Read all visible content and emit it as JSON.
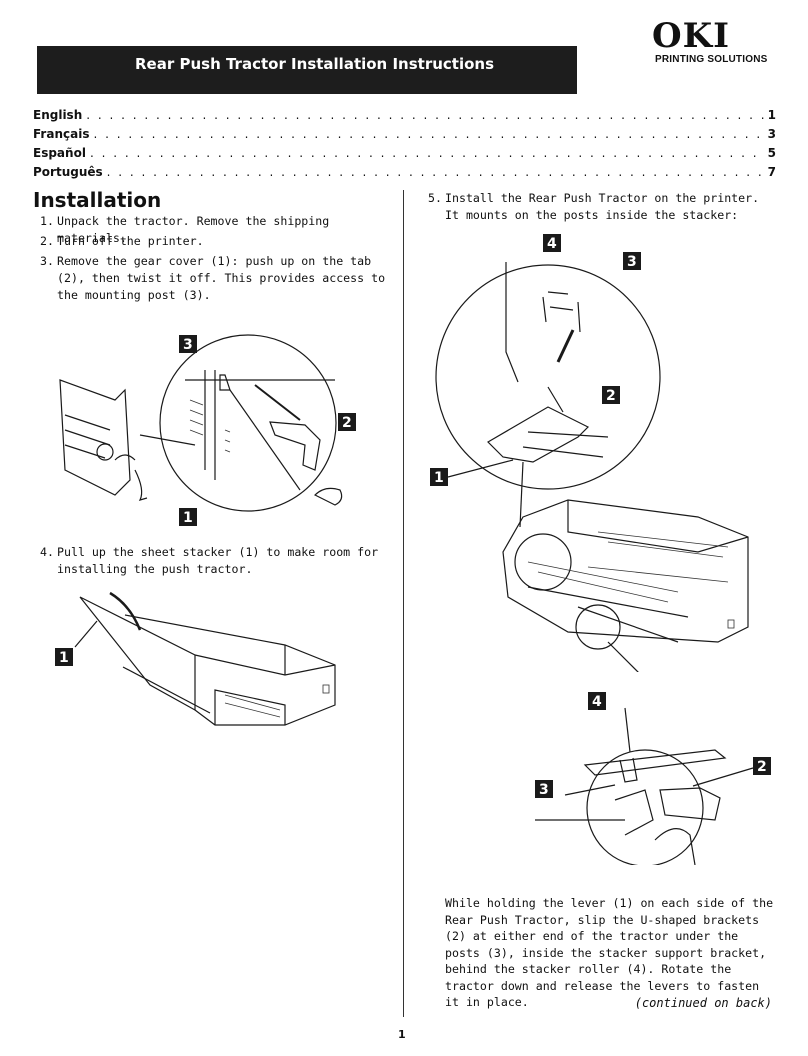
{
  "header": {
    "title": "Rear Push Tractor Installation Instructions",
    "logo": "OKI",
    "logo_tagline": "PRINTING SOLUTIONS"
  },
  "toc": [
    {
      "language": "English",
      "page": "1"
    },
    {
      "language": "Français",
      "page": "3"
    },
    {
      "language": "Español",
      "page": "5"
    },
    {
      "language": "Português",
      "page": "7"
    }
  ],
  "section_title": "Installation",
  "steps": [
    {
      "num": "1.",
      "text": "Unpack the tractor. Remove the shipping materials."
    },
    {
      "num": "2.",
      "text": "Turn off the printer."
    },
    {
      "num": "3.",
      "text": "Remove the gear cover (1): push up on the tab (2), then twist it off. This provides access to the mounting post (3)."
    },
    {
      "num": "4.",
      "text": "Pull up the sheet stacker (1) to make room for installing the push tractor."
    },
    {
      "num": "5.",
      "text": "Install the Rear Push Tractor on the printer. It mounts on the posts inside the stacker:"
    }
  ],
  "callouts": {
    "fig3": [
      "3",
      "2",
      "1"
    ],
    "fig4": [
      "1"
    ],
    "fig5_top": [
      "4",
      "3",
      "2",
      "1"
    ],
    "fig5_bottom": [
      "4",
      "2",
      "3"
    ]
  },
  "note": "While holding the lever (1) on each side of the Rear Push Tractor, slip the U-shaped brackets (2) at either end of the tractor under the posts (3), inside the stacker support bracket, behind the stacker roller (4). Rotate the tractor down and release the levers to fasten it in place.",
  "continued": "(continued on back)",
  "page_number": "1"
}
